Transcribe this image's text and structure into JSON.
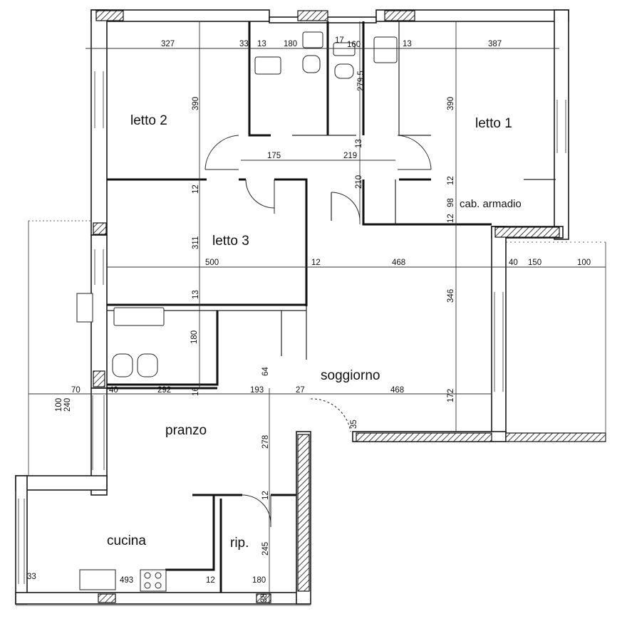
{
  "rooms": {
    "letto2": "letto 2",
    "letto1": "letto 1",
    "letto3": "letto 3",
    "cab_armadio": "cab. armadio",
    "soggiorno": "soggiorno",
    "pranzo": "pranzo",
    "cucina": "cucina",
    "rip": "rip."
  },
  "dimensions": {
    "d327": "327",
    "d33a": "33",
    "d13a": "13",
    "d180a": "180",
    "d17": "17",
    "d160": "160",
    "d13b": "13",
    "d387": "387",
    "d390a": "390",
    "d390b": "390",
    "d279_5": "279.5",
    "d175": "175",
    "d219": "219",
    "d13c": "13",
    "d210": "210",
    "d12a": "12",
    "d12b": "12",
    "d98": "98",
    "d12c": "12",
    "d311": "311",
    "d500": "500",
    "d12d": "12",
    "d468a": "468",
    "d40a": "40",
    "d150": "150",
    "d100a": "100",
    "d13d": "13",
    "d346": "346",
    "d180b": "180",
    "d64": "64",
    "d70": "70",
    "d40b": "40",
    "d292": "292",
    "d16": "16",
    "d193": "193",
    "d27": "27",
    "d468b": "468",
    "d172": "172",
    "d100b": "100",
    "d240": "240",
    "d35": "35",
    "d278": "278",
    "d12e": "12",
    "d245": "245",
    "d33b": "33",
    "d493": "493",
    "d12f": "12",
    "d180c": "180",
    "d38": "38"
  }
}
